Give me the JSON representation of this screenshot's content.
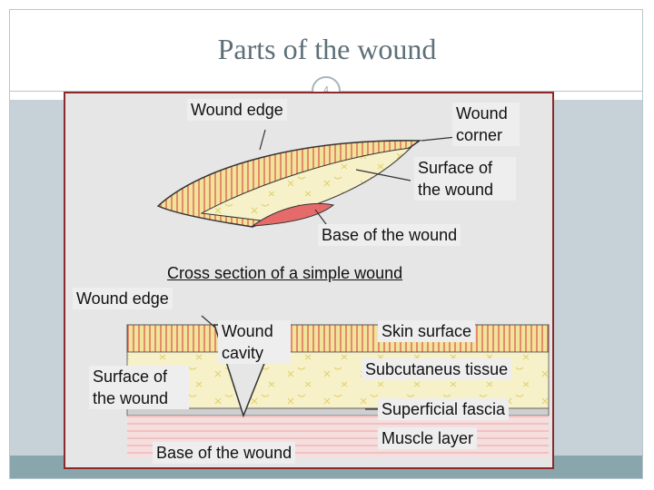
{
  "slide": {
    "title": "Parts of the wound",
    "number": "4"
  },
  "top_diagram": {
    "label_wound_edge": "Wound edge",
    "label_wound_corner_line1": "Wound",
    "label_wound_corner_line2": "corner",
    "label_surface_line1": "Surface of",
    "label_surface_line2": "the wound",
    "label_base": "Base of the wound"
  },
  "cross_section": {
    "heading": "Cross section of a simple wound",
    "label_wound_edge": "Wound edge",
    "label_cavity_line1": "Wound",
    "label_cavity_line2": "cavity",
    "label_surface_line1": "Surface of",
    "label_surface_line2": "the wound",
    "label_base": "Base of the wound",
    "label_skin_surface": "Skin surface",
    "label_subcutaneous": "Subcutaneus tissue",
    "label_fascia": "Superficial fascia",
    "label_muscle": "Muscle layer"
  },
  "colors": {
    "accent_border": "#8c2a2a",
    "skin_yellow": "#f2e39a",
    "tissue_red": "#d9534f"
  }
}
